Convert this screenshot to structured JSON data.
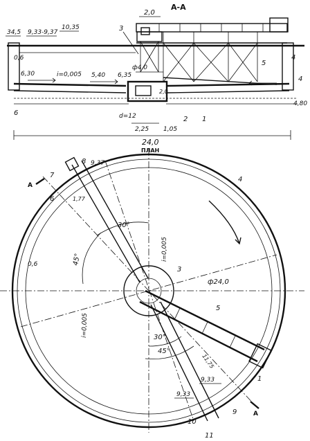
{
  "section": {
    "title": "A-A",
    "bridge_width": "2,0",
    "top_level": "10,35",
    "water_levels": "9,33-9,37",
    "left_level": "34,5",
    "edge_depth": "0,6",
    "depth_left": "6,30",
    "slope": "i=0,005",
    "depth_mid": "5,40",
    "depth_center": "6,35",
    "shaft_diameter": "ф4,0",
    "pipe_diameter": "d=12",
    "pit_width": "2,25",
    "pit_depth": "1,05",
    "center_dim": "2,0",
    "right_depth": "4,80",
    "overall_width": "24,0",
    "callouts": [
      "3",
      "4",
      "5",
      "6",
      "2",
      "1",
      "4"
    ]
  },
  "plan": {
    "title": "ПЛАН",
    "tray_level": "9,37",
    "wall": "0,6",
    "diameter": "ф24,0",
    "slope_top": "i=0,005",
    "slope_left": "i=0,005",
    "angle_top": "30°",
    "angle_left": "45°",
    "angle_bottom_1": "30°",
    "angle_bottom_2": "45°",
    "level_right": "9,33",
    "level_bottom": "9,33",
    "tray_dim": "1,77",
    "arm_dim": "11,75",
    "section_mark": "A",
    "callouts": [
      "7",
      "8",
      "6",
      "4",
      "3",
      "5",
      "1",
      "9",
      "10",
      "11"
    ]
  }
}
